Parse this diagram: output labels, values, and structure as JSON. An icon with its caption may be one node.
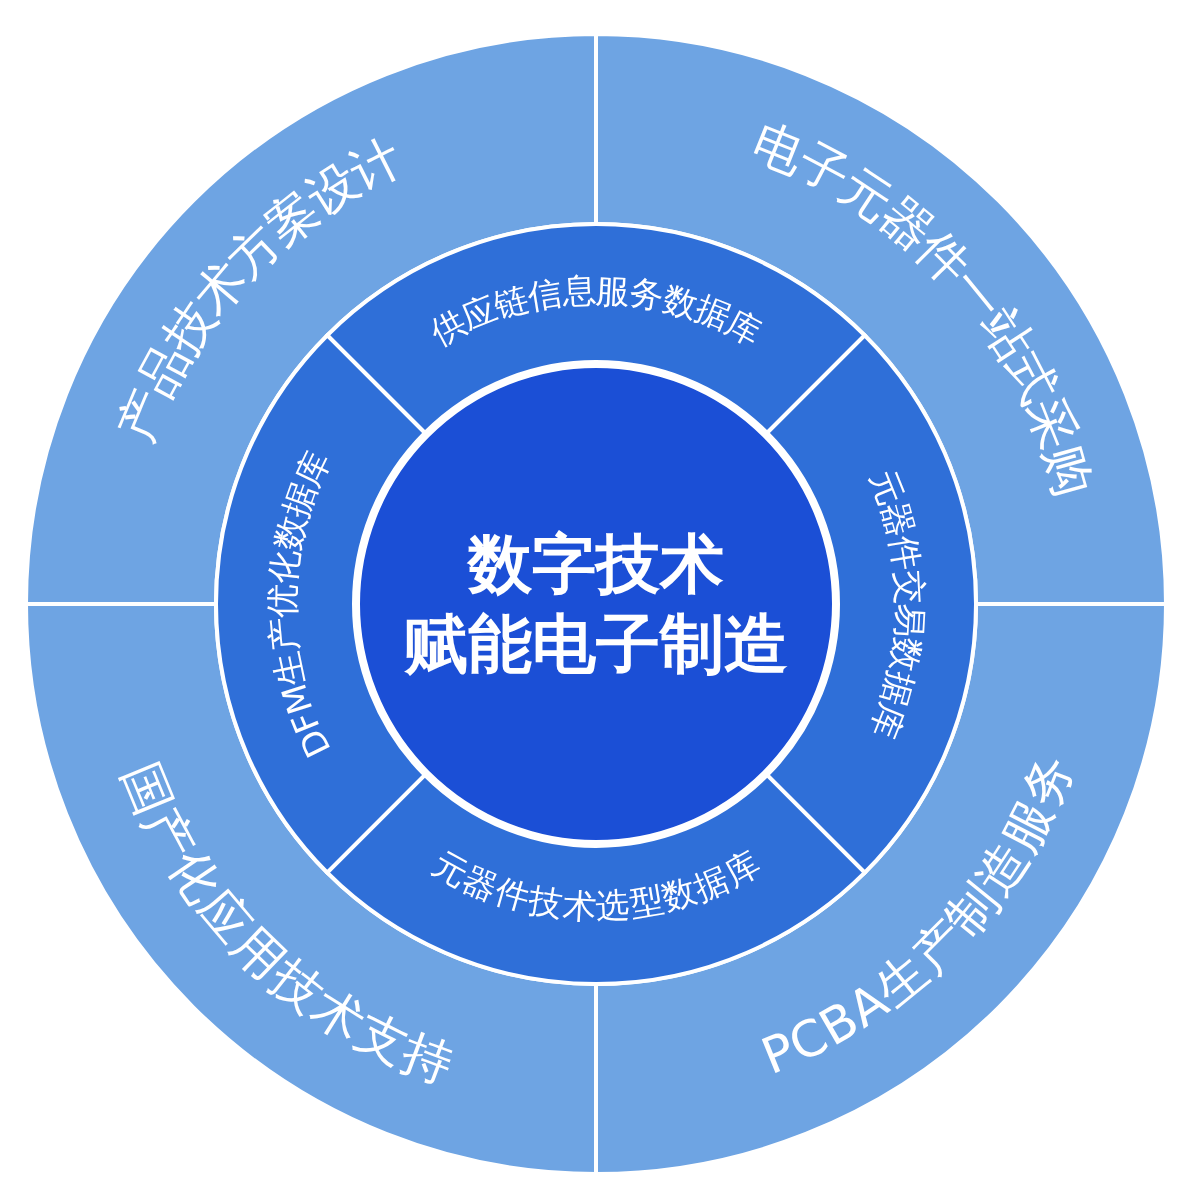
{
  "diagram": {
    "nodes": [
      {
        "text": [
          "产品技术方案设计"
        ]
      },
      {
        "text": [
          "电子元器件一站式采购"
        ]
      },
      {
        "text": [
          "国产化应用技术支持"
        ]
      },
      {
        "text": [
          "PCBA生产制造服务"
        ]
      },
      {
        "text": [
          "供应链信息服务数据库"
        ]
      },
      {
        "text": [
          "DFM生产优化数据库"
        ]
      },
      {
        "text": [
          "元器件交易数据库"
        ]
      },
      {
        "text": [
          "元器件技术选型数据库"
        ]
      },
      {
        "text": [
          "数字技术",
          "赋能电子制造"
        ]
      }
    ]
  }
}
